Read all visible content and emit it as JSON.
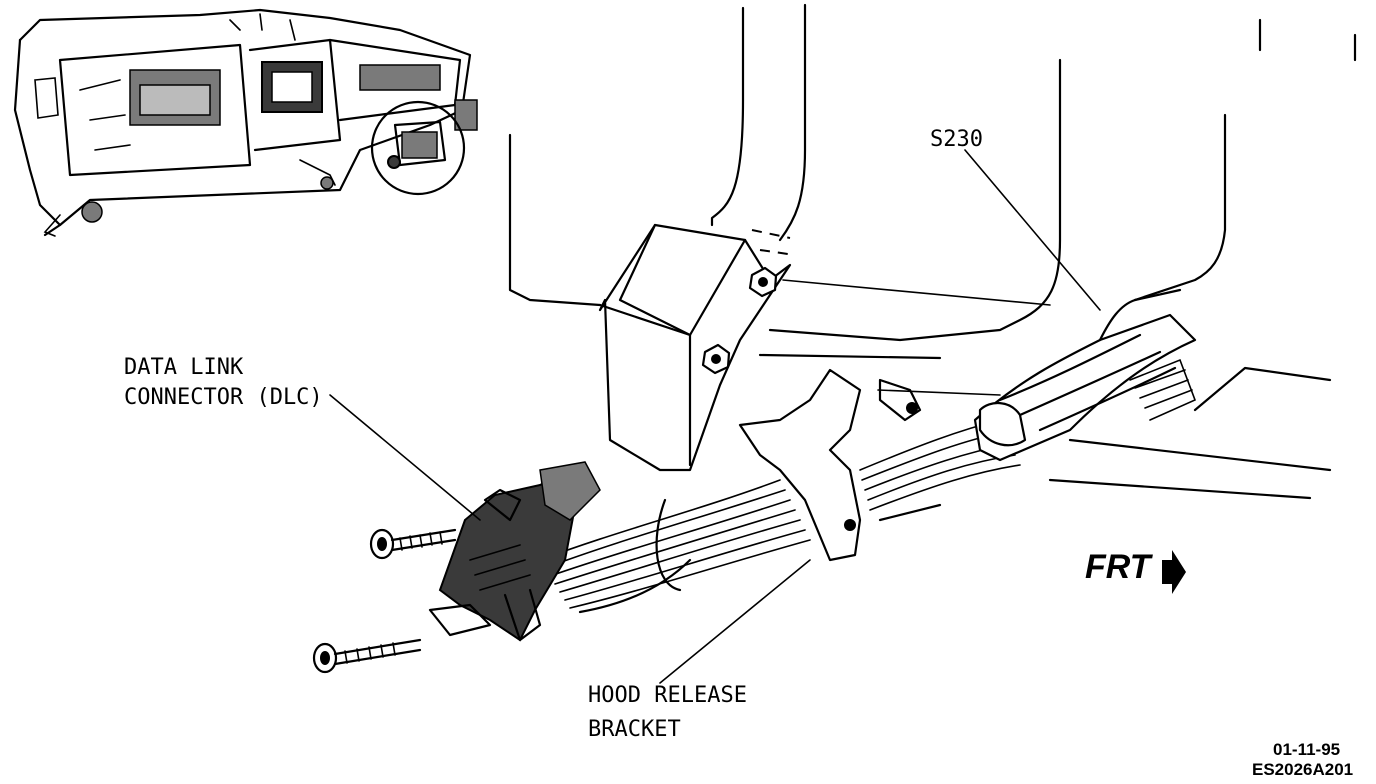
{
  "labels": {
    "dlc_line1": "DATA LINK",
    "dlc_line2": "CONNECTOR (DLC)",
    "splice": "S230",
    "hood_line1": "HOOD RELEASE",
    "hood_line2": "BRACKET",
    "front": "FRT"
  },
  "footer": {
    "date": "01-11-95",
    "figure_code": "ES2026A201"
  },
  "icons": {
    "front_arrow": "right-arrow-icon",
    "fastener": "bolt-icon"
  }
}
